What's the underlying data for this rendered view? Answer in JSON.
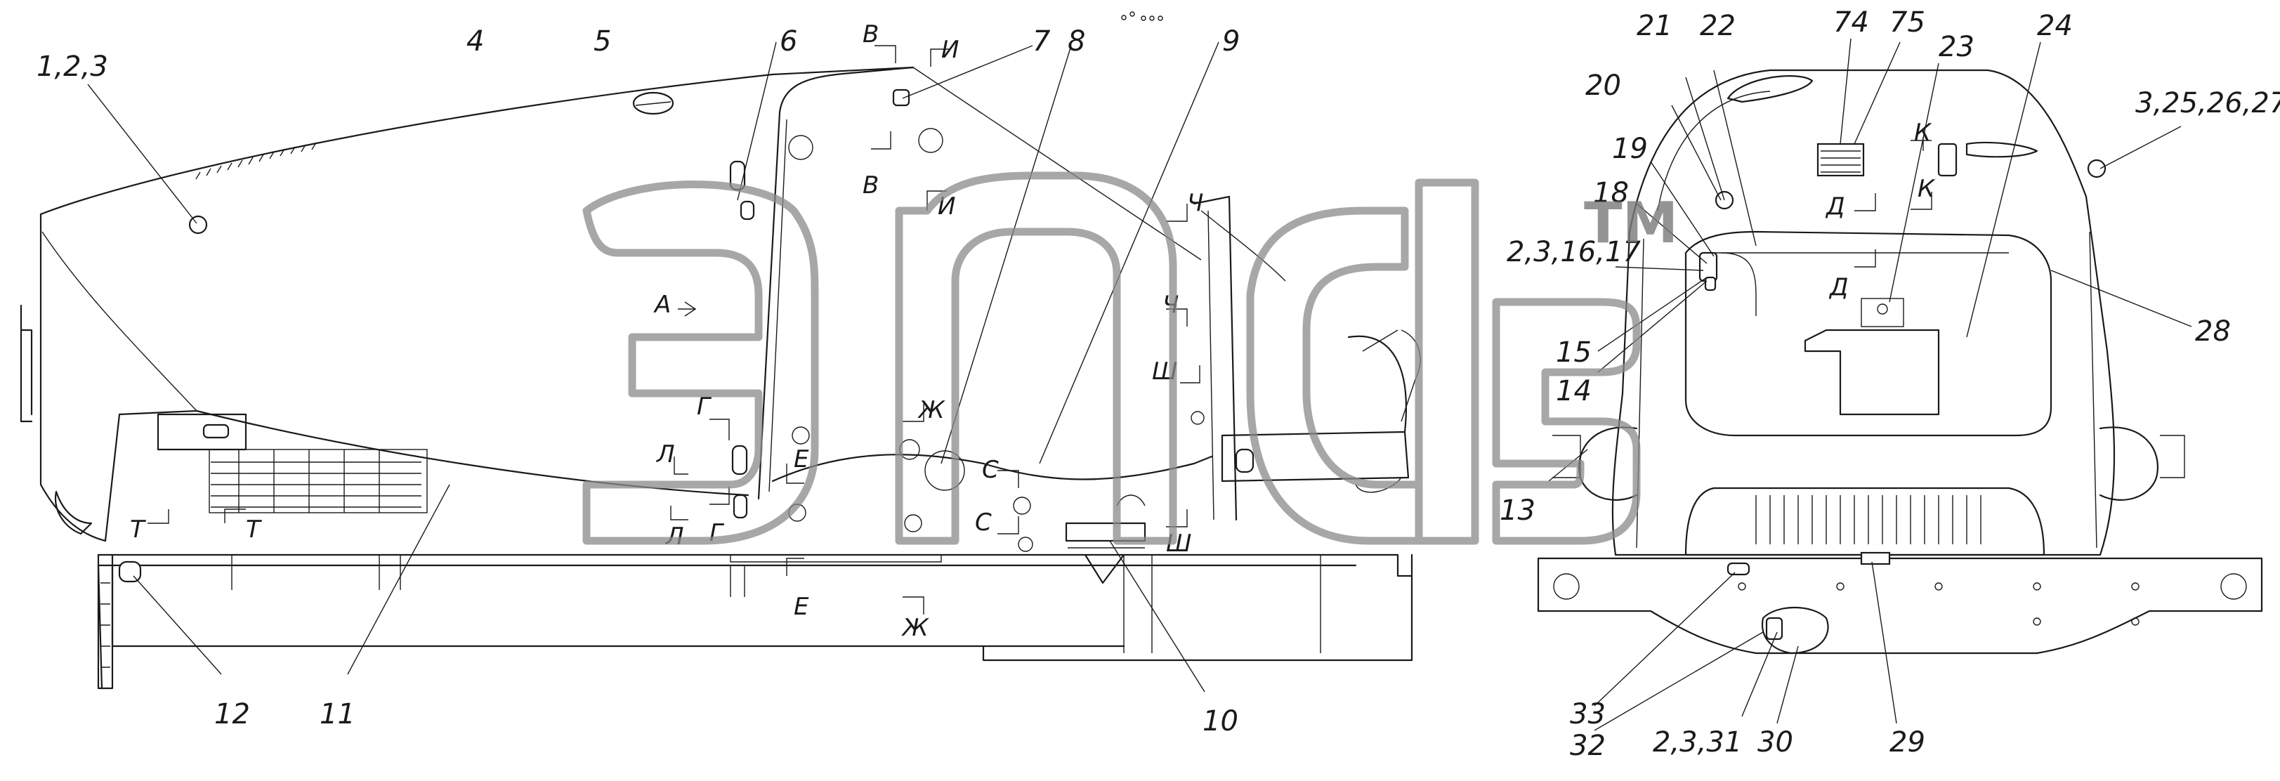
{
  "watermark": {
    "trademark": "TM"
  },
  "callouts": {
    "c_1_2_3": "1,2,3",
    "c_4": "4",
    "c_5": "5",
    "c_6": "6",
    "c_7": "7",
    "c_8": "8",
    "c_9": "9",
    "c_10": "10",
    "c_11": "11",
    "c_12": "12",
    "c_13": "13",
    "c_14": "14",
    "c_15": "15",
    "c_2_3_16_17": "2,3,16,17",
    "c_18": "18",
    "c_19": "19",
    "c_20": "20",
    "c_21": "21",
    "c_22": "22",
    "c_23": "23",
    "c_24": "24",
    "c_3_25_26_27": "3,25,26,27",
    "c_28": "28",
    "c_29": "29",
    "c_30": "30",
    "c_2_3_31": "2,3,31",
    "c_32": "32",
    "c_33": "33",
    "c_74": "74",
    "c_75": "75"
  },
  "sections": {
    "A": "А",
    "V": "В",
    "I": "И",
    "CH": "Ч",
    "SH": "Ш",
    "ZH": "Ж",
    "E": "Е",
    "G": "Г",
    "L": "Л",
    "T": "Т",
    "S": "С",
    "D": "Д",
    "K": "К"
  },
  "colors": {
    "line": "#1a1a1a",
    "watermark": "#8a8a8a",
    "background": "#ffffff"
  }
}
